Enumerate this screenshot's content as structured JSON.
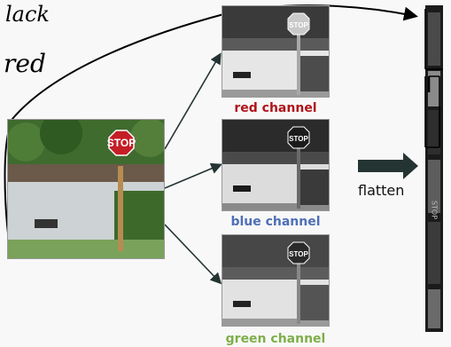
{
  "handwriting": {
    "line1": "lack",
    "line2": "red"
  },
  "sign_text": "STOP",
  "channels": [
    {
      "label": "red channel",
      "color": "#b0141a"
    },
    {
      "label": "blue channel",
      "color": "#4f6fb6"
    },
    {
      "label": "green channel",
      "color": "#7fae4a"
    }
  ],
  "flatten_label": "flatten",
  "strip_text": "STOP"
}
